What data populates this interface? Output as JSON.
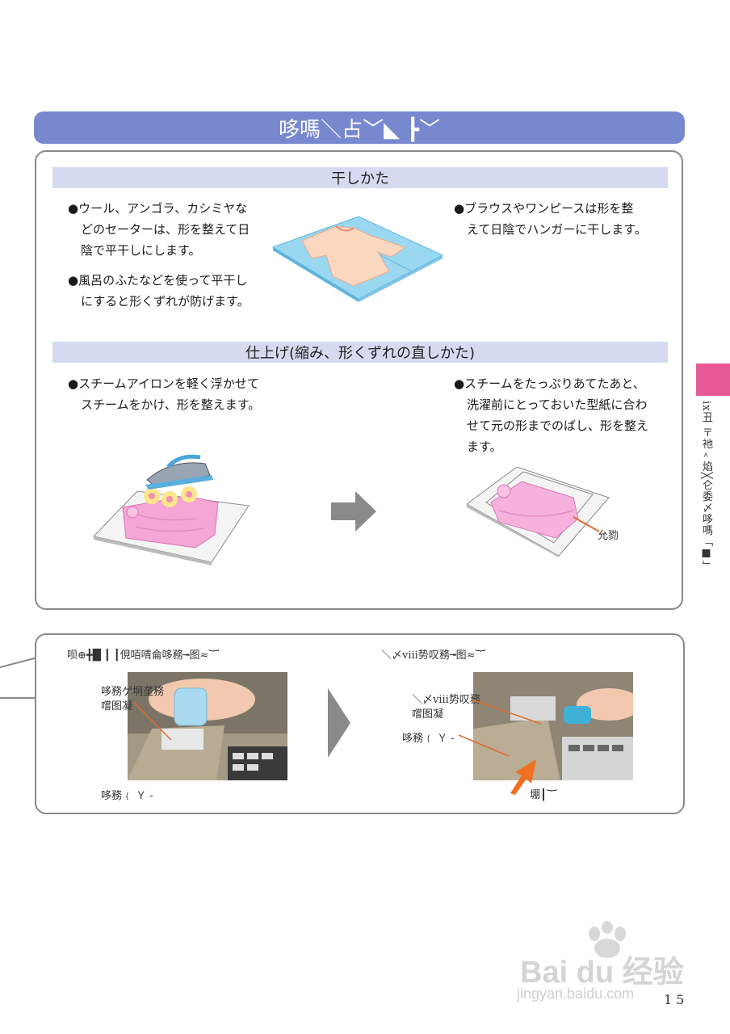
{
  "header": {
    "title": "哆嗎＼占﹀◣ ┣﹀"
  },
  "drying": {
    "heading": "干しかた",
    "left_bullets": [
      {
        "lines": [
          "●ウール、アンゴラ、カシミヤな",
          "どのセーターは、形を整えて日",
          "陰で平干しにします。"
        ]
      },
      {
        "lines": [
          "●風呂のふたなどを使って平干し",
          "にすると形くずれが防げます。"
        ]
      }
    ],
    "right_bullets": [
      {
        "lines": [
          "●ブラウスやワンピースは形を整",
          "えて日陰でハンガーに干します。"
        ]
      }
    ]
  },
  "finishing": {
    "heading": "仕上げ(縮み、形くずれの直しかた)",
    "left_bullets": [
      {
        "lines": [
          "●スチームアイロンを軽く浮かせて",
          "スチームをかけ、形を整えます。"
        ]
      }
    ],
    "right_bullets": [
      {
        "lines": [
          "●スチームをたっぷりあてたあと、",
          "洗濯前にとっておいた型紙に合わ",
          "せて元の形までのばし、形を整え",
          "ます。"
        ]
      }
    ],
    "pattern_label": "允勠"
  },
  "lower": {
    "left_caption": "呗⊕╋█ ┃ ┃俔咟啨侖哆務╼图≈︸",
    "left_label_top": [
      "哆務ゲ坰垄務",
      "嚐图凝"
    ],
    "left_label_bottom": "哆務﹛ Ｙ -",
    "right_caption": "＼〆ⅷ势叹務╼图≈︸",
    "right_label_top": [
      "＼〆ⅷ势叹務",
      "嚐图凝"
    ],
    "right_label_mid": "哆務﹛ Ｙ -",
    "right_label_bottom": "堋┃︸"
  },
  "side_tab": {
    "text": "ix丑 〒衪﹤焰╳仑委〆哆嗎「■」"
  },
  "page_number": "15",
  "watermark": {
    "brand": "Bai du 经验",
    "url": "jingyan.baidu.com"
  },
  "colors": {
    "title_bar": "#7888cf",
    "heading_band": "#d6daf1",
    "side_tab": "#e85a96",
    "arrow": "#f07020"
  }
}
